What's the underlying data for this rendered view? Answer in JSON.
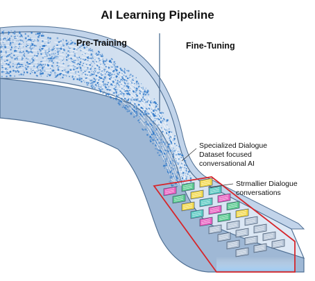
{
  "title": "AI Learning Pipeline",
  "sections": {
    "pretraining": "Pre-Training",
    "finetuning": "Fine-Tuning"
  },
  "annotations": {
    "specialized": [
      "Specialized Dialogue",
      "Dataset focused",
      "conversational AI"
    ],
    "smaller": [
      "Strmallier Dialogue",
      "conversations"
    ]
  },
  "colors": {
    "channel_fill": "#b7cde6",
    "channel_edge": "#4f6f93",
    "stream": "#2f78c8",
    "highlight_box": "#d6262b",
    "card_colors": [
      "#e85fc0",
      "#58c98f",
      "#f2d84b",
      "#58c9c2",
      "#b7c6d8"
    ]
  }
}
